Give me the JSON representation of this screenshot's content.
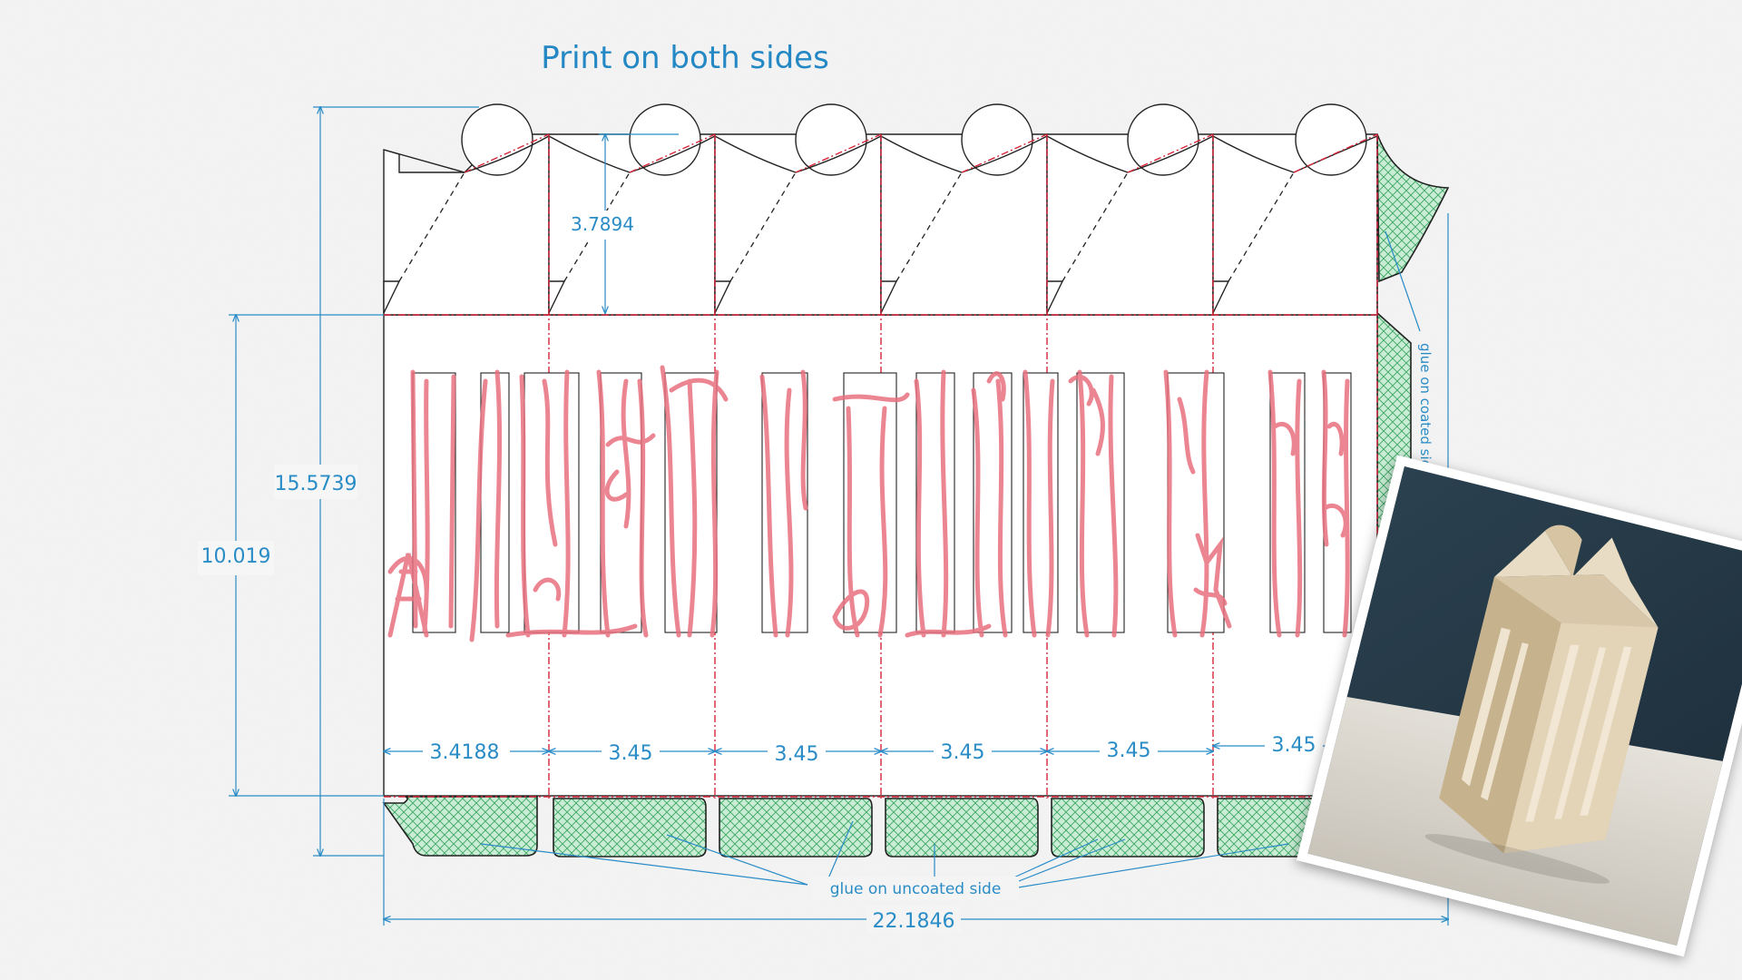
{
  "title": "Print on both sides",
  "dimensions": {
    "flap_height": "3.7894",
    "total_height": "15.5739",
    "panel_height": "10.019",
    "panel_first_width": "3.4188",
    "panel_width_1": "3.45",
    "panel_width_2": "3.45",
    "panel_width_3": "3.45",
    "panel_width_4": "3.45",
    "panel_width_5": "3.45",
    "total_width": "22.1846"
  },
  "labels": {
    "glue_uncoated": "glue on uncoated side",
    "glue_coated": "glue on coated side"
  },
  "colors": {
    "dimension": "#2a8cc6",
    "fold_line": "#d8263a",
    "sketch": "#e9707f",
    "glue_fill": "#c8ecd4",
    "glue_hatch": "#3ea865"
  },
  "photo": {
    "subject": "assembled paper lantern with cut-out forest scene"
  }
}
